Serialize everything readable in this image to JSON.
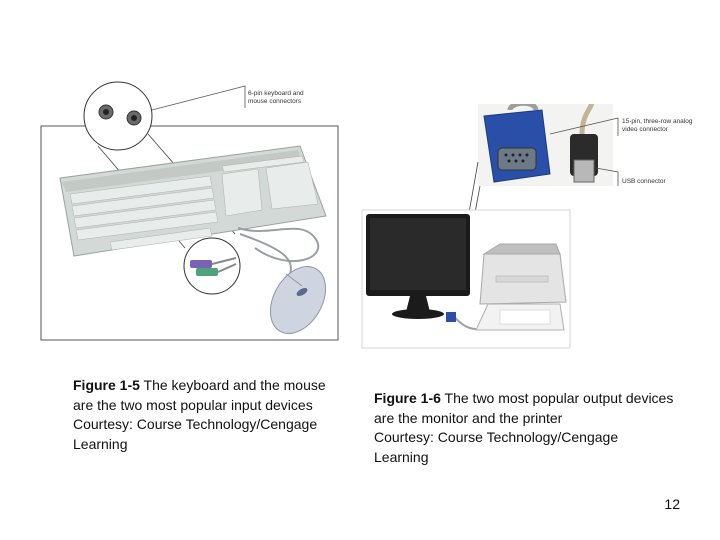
{
  "figure_1_5": {
    "callout": "6-pin keyboard and\nmouse connectors",
    "caption": {
      "label": "Figure 1-5",
      "text": " The keyboard and the mouse are the two most popular input devices",
      "courtesy": "Courtesy: Course Technology/Cengage Learning"
    }
  },
  "figure_1_6": {
    "callout_vga": "15-pin, three-row analog\nvideo connector",
    "callout_usb": "USB connector",
    "caption": {
      "label": "Figure 1-6",
      "text": " The two most popular output devices are the monitor and the printer",
      "courtesy": "Courtesy: Course Technology/Cengage Learning"
    }
  },
  "page_number": "12",
  "colors": {
    "keyboard": "#d3d9d6",
    "keys": "#e8ecea",
    "ps2_purple": "#7a63b5",
    "ps2_green": "#4fa37a",
    "vga_blue": "#2a4fa8",
    "monitor": "#1b1b1b",
    "printer": "#e4e4e4"
  }
}
